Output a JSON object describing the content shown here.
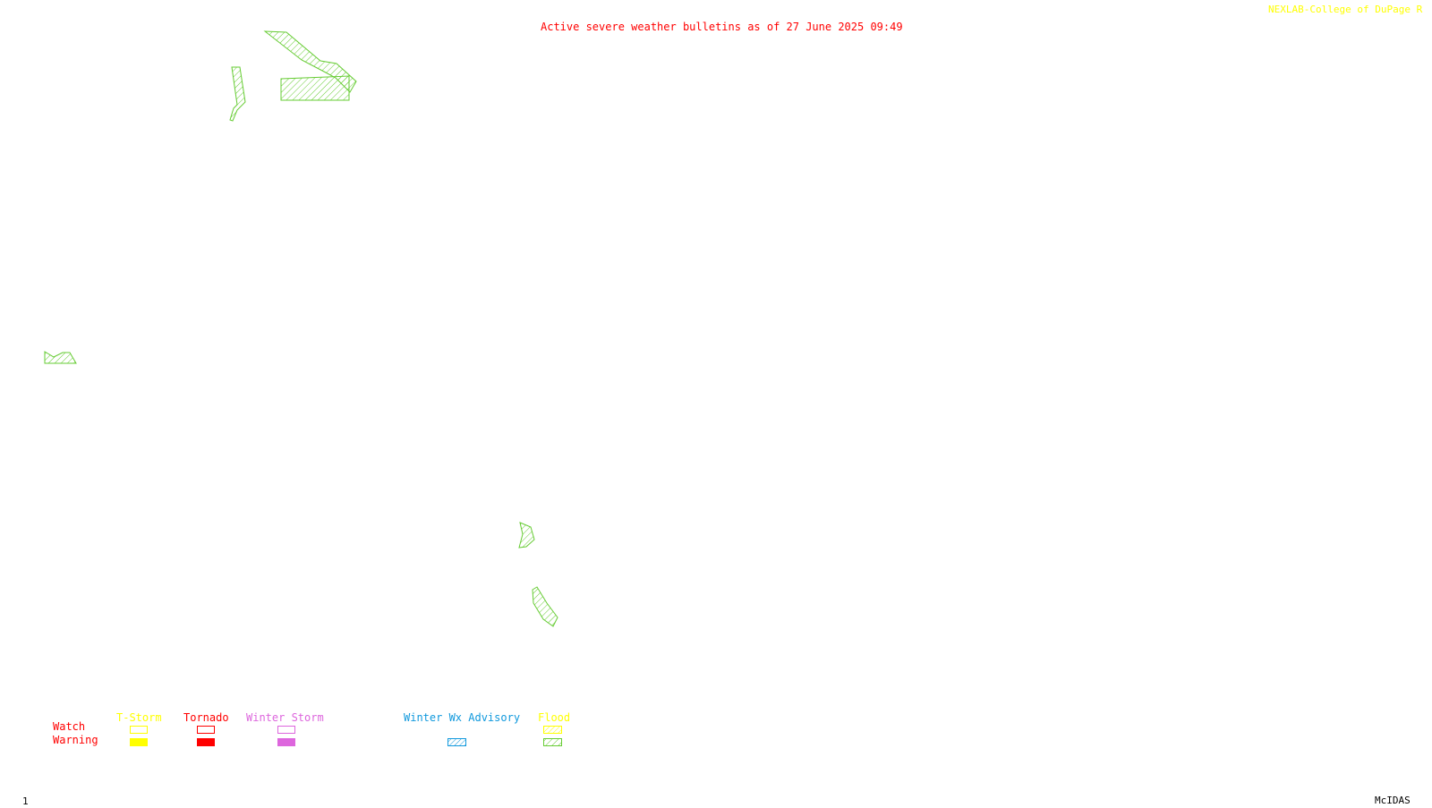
{
  "header": {
    "bulletin_title": "Active severe weather bulletins as of 27 June 2025 09:49",
    "credit": "NEXLAB-College of DuPage R",
    "title_color": "#ff0000",
    "credit_color": "#ffff00"
  },
  "legend": {
    "row_labels": {
      "watch": "Watch",
      "warning": "Warning"
    },
    "row_label_color": "#ff0000",
    "categories": [
      {
        "label": "T-Storm",
        "color": "#ffff00",
        "watch": "outline",
        "warning": "solid"
      },
      {
        "label": "Tornado",
        "color": "#ff0000",
        "watch": "outline",
        "warning": "solid"
      },
      {
        "label": "Winter Storm",
        "color": "#dd66dd",
        "watch": "outline",
        "warning": "solid"
      },
      {
        "label": "Winter Wx Advisory",
        "color": "#1199dd",
        "watch": "none",
        "warning": "hatched"
      },
      {
        "label": "Flood",
        "color": "#ffff00",
        "watch": "hatched",
        "warning": "hatched",
        "warning_color": "#66cc33"
      }
    ]
  },
  "alerts": {
    "flood_warning_color": "#66cc33",
    "flood_warning_count": 7
  },
  "footer": {
    "frame_number": "1",
    "software": "McIDAS"
  }
}
